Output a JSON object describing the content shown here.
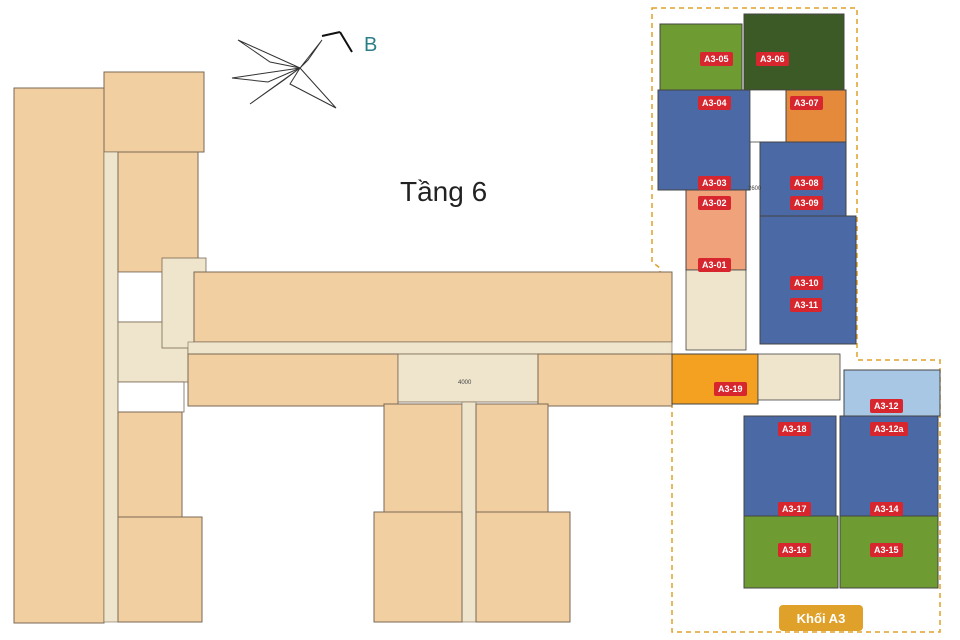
{
  "floor_title": "Tầng 6",
  "compass_label": "B",
  "block_label": "Khối A3",
  "notes": {
    "dim_4000": "4000",
    "dim_2600": "2600"
  },
  "colors": {
    "beige": "#f1cfa0",
    "corridor": "#efe4cc",
    "green": "#6e9b32",
    "dark_green": "#3c5a25",
    "blue": "#4a69a5",
    "orange": "#e58a3b",
    "salmon": "#f0a37a",
    "amber": "#f4a020",
    "light_blue": "#a8c7e4",
    "tag_red": "#d7262e",
    "dash_orange": "#e0a12a"
  },
  "units": [
    {
      "id": "A3-05",
      "color": "green"
    },
    {
      "id": "A3-06",
      "color": "dark_green"
    },
    {
      "id": "A3-04",
      "color": "blue"
    },
    {
      "id": "A3-07",
      "color": "orange"
    },
    {
      "id": "A3-03",
      "color": "blue"
    },
    {
      "id": "A3-08",
      "color": "blue"
    },
    {
      "id": "A3-02",
      "color": "salmon"
    },
    {
      "id": "A3-09",
      "color": "blue"
    },
    {
      "id": "A3-01",
      "color": "salmon"
    },
    {
      "id": "A3-10",
      "color": "blue"
    },
    {
      "id": "A3-11",
      "color": "blue"
    },
    {
      "id": "A3-19",
      "color": "amber"
    },
    {
      "id": "A3-12",
      "color": "light_blue"
    },
    {
      "id": "A3-18",
      "color": "blue"
    },
    {
      "id": "A3-12a",
      "color": "blue"
    },
    {
      "id": "A3-17",
      "color": "blue"
    },
    {
      "id": "A3-14",
      "color": "blue"
    },
    {
      "id": "A3-16",
      "color": "green"
    },
    {
      "id": "A3-15",
      "color": "green"
    }
  ]
}
